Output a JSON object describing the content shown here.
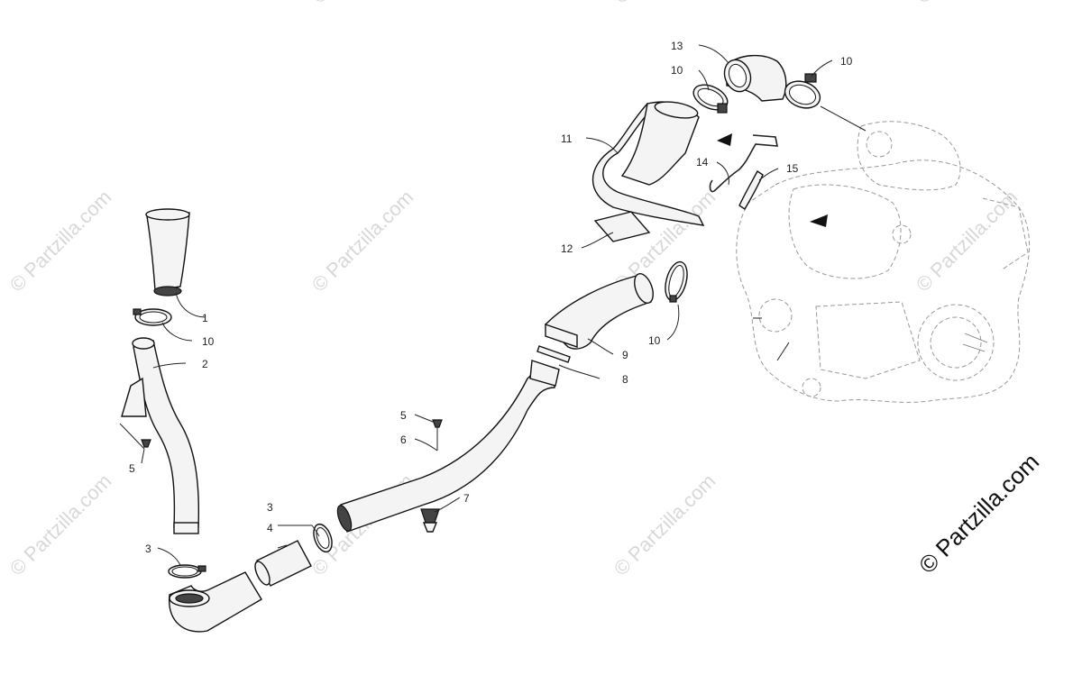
{
  "watermark": "© Partzilla.com",
  "copyright": "© Partzilla.com",
  "callouts": [
    "1",
    "10",
    "2",
    "5",
    "3",
    "4",
    "3",
    "5",
    "6",
    "7",
    "8",
    "9",
    "10",
    "11",
    "12",
    "13",
    "10",
    "10",
    "14",
    "15"
  ],
  "colors": {
    "line": "#111111",
    "leader": "#222222",
    "watermark": "#d8d8d8",
    "engine": "#999999"
  }
}
